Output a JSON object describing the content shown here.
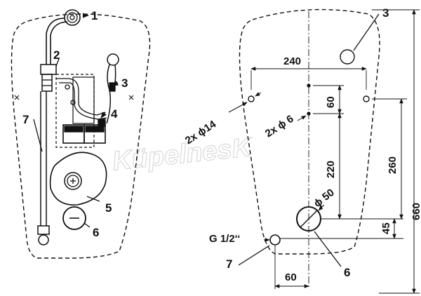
{
  "watermark": "KüpelnesK",
  "left_view": {
    "callouts": [
      "1",
      "2",
      "3",
      "4",
      "5",
      "6",
      "7"
    ]
  },
  "right_view": {
    "callouts": {
      "top": "3",
      "left": "7",
      "bottom": "6"
    },
    "dimensions": {
      "width_240": "240",
      "holes_2x14": "2x ϕ14",
      "holes_2x6": "2x ϕ 6",
      "gap_60": "60",
      "height_220": "220",
      "height_260": "260",
      "drain_50": "ϕ 50",
      "offset_45": "45",
      "height_660": "660",
      "thread": "G 1/2‘‘",
      "offset_60": "60"
    }
  },
  "colors": {
    "line": "#111111",
    "watermark": "#d9d9d9"
  }
}
